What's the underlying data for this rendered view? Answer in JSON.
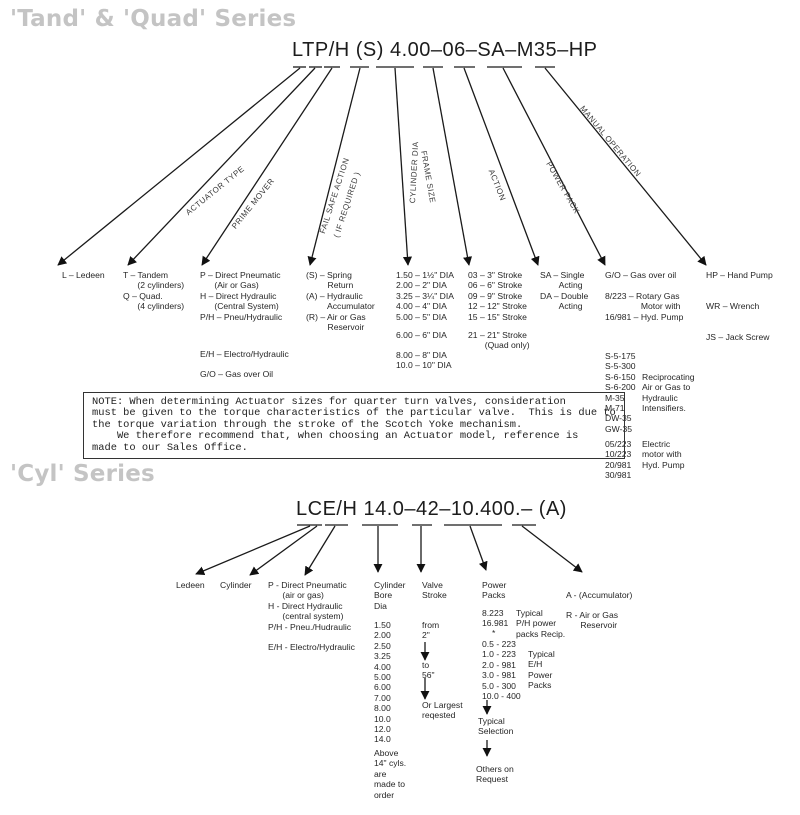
{
  "headings": {
    "tand_quad": "'Tand' & 'Quad' Series",
    "cyl": "'Cyl' Series"
  },
  "code1": "LTP/H (S) 4.00–06–SA–M35–HP",
  "code2": "LCE/H 14.0–42–10.400.– (A)",
  "labels": {
    "actuator_type": "ACTUATOR TYPE",
    "prime_mover": "PRIME MOVER",
    "fail_safe": "FAIL SAFE ACTION",
    "if_required": "( IF REQUIRED )",
    "cylinder_dia": "CYLINDER DIA",
    "frame_size": "FRAME SIZE",
    "action": "ACTION",
    "power_pack": "POWER PACK",
    "manual_operation": "MANUAL OPERATION"
  },
  "top": {
    "ledeen": "L – Ledeen",
    "tandem_quad": "T – Tandem\n      (2 cylinders)\nQ – Quad.\n      (4 cylinders)",
    "prime_movers": "P – Direct Pneumatic\n      (Air or Gas)\nH – Direct Hydraulic\n      (Central System)\nP/H – Pneu/Hydraulic",
    "eh": "E/H – Electro/Hydraulic",
    "go": "G/O – Gas over Oil",
    "failsafe": "(S) – Spring\n         Return\n(A) – Hydraulic\n         Accumulator\n(R) – Air or Gas\n         Reservoir",
    "dia1": "1.50 – 1½\" DIA\n2.00 – 2\" DIA\n3.25 – 3¼\" DIA\n4.00 – 4\" DIA\n5.00 – 5\" DIA",
    "dia2": "6.00 – 6\" DIA",
    "dia3": "8.00 – 8\" DIA\n10.0 – 10\" DIA",
    "frame1": "03 – 3\" Stroke\n06 – 6\" Stroke\n09 – 9\" Stroke\n12 – 12\" Stroke\n15 – 15\" Stroke",
    "frame2": "21 – 21\" Stroke\n       (Quad only)",
    "action": "SA – Single\n        Acting\nDA – Double\n        Acting",
    "pp1": "G/O – Gas over oil",
    "pp2": "8/223 – Rotary Gas\n               Motor with\n16/981 – Hyd. Pump",
    "pp3": "S-5-175\nS-5-300\nS-6-150\nS-6-200\nM-35\nM-71\nDW-35\nGW-35",
    "pp3b": "Reciprocating\nAir or Gas to\nHydraulic\nIntensifiers.",
    "pp4": "05/223\n10/223\n20/981\n30/981",
    "pp4b": "Electric\nmotor with\nHyd. Pump",
    "manual": "HP – Hand Pump\n\n\nWR – Wrench\n\n\nJS – Jack Screw"
  },
  "note": "NOTE: When determining Actuator sizes for quarter turn valves, consideration\nmust be given to the torque characteristics of the particular valve.  This is due to\nthe torque variation through the stroke of the Scotch Yoke mechanism.\n    We therefore recommend that, when choosing an Actuator model, reference is\nmade to our Sales Office.",
  "cyl": {
    "ledeen": "Ledeen",
    "cylinder": "Cylinder",
    "prime": "P - Direct Pneumatic\n      (air or gas)\nH - Direct Hydraulic\n      (central system)\nP/H - Pneu./Hudraulic\n\nE/H - Electro/Hydraulic",
    "bore_head": "Cylinder\nBore\nDia",
    "bore_list": "1.50\n2.00\n2.50\n3.25\n4.00\n5.00\n6.00\n7.00\n8.00\n10.0\n12.0\n14.0",
    "bore_note": "Above\n14\" cyls.\nare\nmade to\norder",
    "stroke_head": "Valve\nStroke",
    "stroke_from": "from\n2\"",
    "stroke_to": "to\n56\"",
    "stroke_largest": "Or Largest\nreqested",
    "pp_head": "Power\nPacks",
    "pp_list1": "8.223\n16.981",
    "pp_typical1": "Typical\nP/H power\npacks Recip.",
    "pp_star": "*",
    "pp_list2": "0.5 - 223\n1.0 - 223\n2.0 - 981\n3.0 - 981\n5.0 - 300\n10.0 - 400",
    "pp_typical2": "Typical\nE/H\nPower\nPacks",
    "typical_sel": "Typical\nSelection",
    "others": "Others on\nRequest",
    "acc": "A - (Accumulator)",
    "reservoir": "R - Air or Gas\n      Reservoir"
  }
}
